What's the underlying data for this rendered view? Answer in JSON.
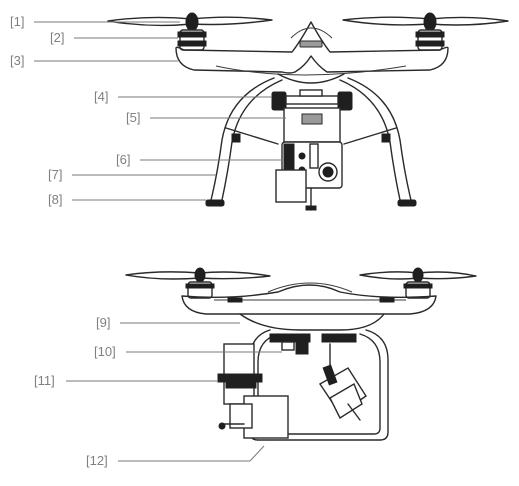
{
  "callouts": {
    "c1": "[1]",
    "c2": "[2]",
    "c3": "[3]",
    "c4": "[4]",
    "c5": "[5]",
    "c6": "[6]",
    "c7": "[7]",
    "c8": "[8]",
    "c9": "[9]",
    "c10": "[10]",
    "c11": "[11]",
    "c12": "[12]"
  },
  "colors": {
    "label": "#808080",
    "line": "#2a2a2a",
    "background": "#ffffff"
  }
}
